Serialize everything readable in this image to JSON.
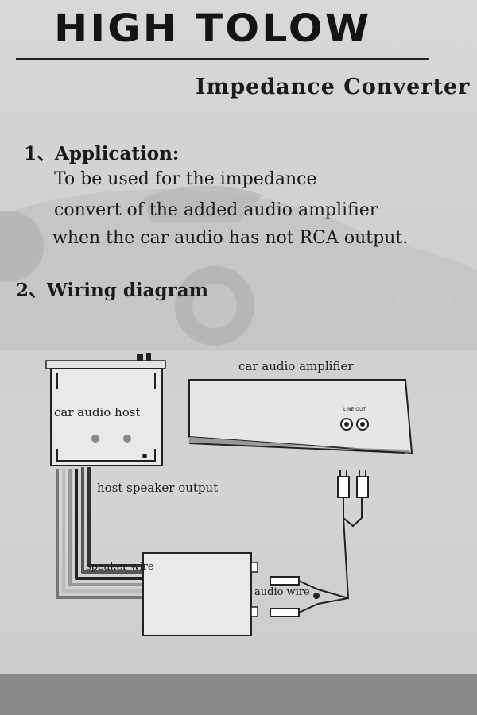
{
  "header": {
    "title": "HIGH TOLOW",
    "subtitle": "Impedance Converter"
  },
  "application": {
    "heading": "1、Application:",
    "lines": [
      "To be used for the impedance",
      "convert of the added audio amplifier",
      "when the car audio has not RCA output."
    ]
  },
  "wiring": {
    "heading": "2、Wiring diagram",
    "labels": {
      "amplifier": "car audio amplifier",
      "host": "car audio host",
      "host_output": "host speaker output",
      "speaker_wire": "speaker wire",
      "audio_wire": "audio wire",
      "line_out": "LINE OUT"
    }
  },
  "colors": {
    "ink": "#1a1a1a",
    "paper": "#d4d4d4",
    "car": "#bdbdbd"
  }
}
